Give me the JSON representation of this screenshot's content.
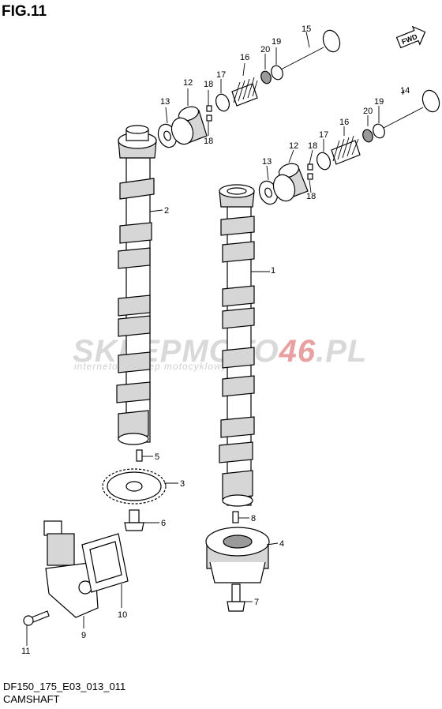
{
  "header": {
    "fig_label": "FIG.11"
  },
  "footer": {
    "diagram_code": "DF150_175_E03_013_011",
    "section_name": "CAMSHAFT"
  },
  "direction_badge": {
    "text": "FWD"
  },
  "watermark": {
    "brand_part1": "SKLEPMOTO",
    "brand_part2": "46",
    "brand_part3": ".PL",
    "tagline": "internetowy sklep motocyklowy",
    "accent_color": "#e06060"
  },
  "callouts": [
    {
      "id": "c1",
      "text": "1"
    },
    {
      "id": "c2",
      "text": "2"
    },
    {
      "id": "c3",
      "text": "3"
    },
    {
      "id": "c4",
      "text": "4"
    },
    {
      "id": "c5",
      "text": "5"
    },
    {
      "id": "c6",
      "text": "6"
    },
    {
      "id": "c7",
      "text": "7"
    },
    {
      "id": "c8",
      "text": "8"
    },
    {
      "id": "c9",
      "text": "9"
    },
    {
      "id": "c10",
      "text": "10"
    },
    {
      "id": "c11",
      "text": "11"
    },
    {
      "id": "c12a",
      "text": "12"
    },
    {
      "id": "c12b",
      "text": "12"
    },
    {
      "id": "c13a",
      "text": "13"
    },
    {
      "id": "c13b",
      "text": "13"
    },
    {
      "id": "c14",
      "text": "14"
    },
    {
      "id": "c15",
      "text": "15"
    },
    {
      "id": "c16a",
      "text": "16"
    },
    {
      "id": "c16b",
      "text": "16"
    },
    {
      "id": "c17a",
      "text": "17"
    },
    {
      "id": "c17b",
      "text": "17"
    },
    {
      "id": "c18a",
      "text": "18"
    },
    {
      "id": "c18b",
      "text": "18"
    },
    {
      "id": "c18c",
      "text": "18"
    },
    {
      "id": "c18d",
      "text": "18"
    },
    {
      "id": "c19a",
      "text": "19"
    },
    {
      "id": "c19b",
      "text": "19"
    },
    {
      "id": "c20a",
      "text": "20"
    },
    {
      "id": "c20b",
      "text": "20"
    }
  ]
}
